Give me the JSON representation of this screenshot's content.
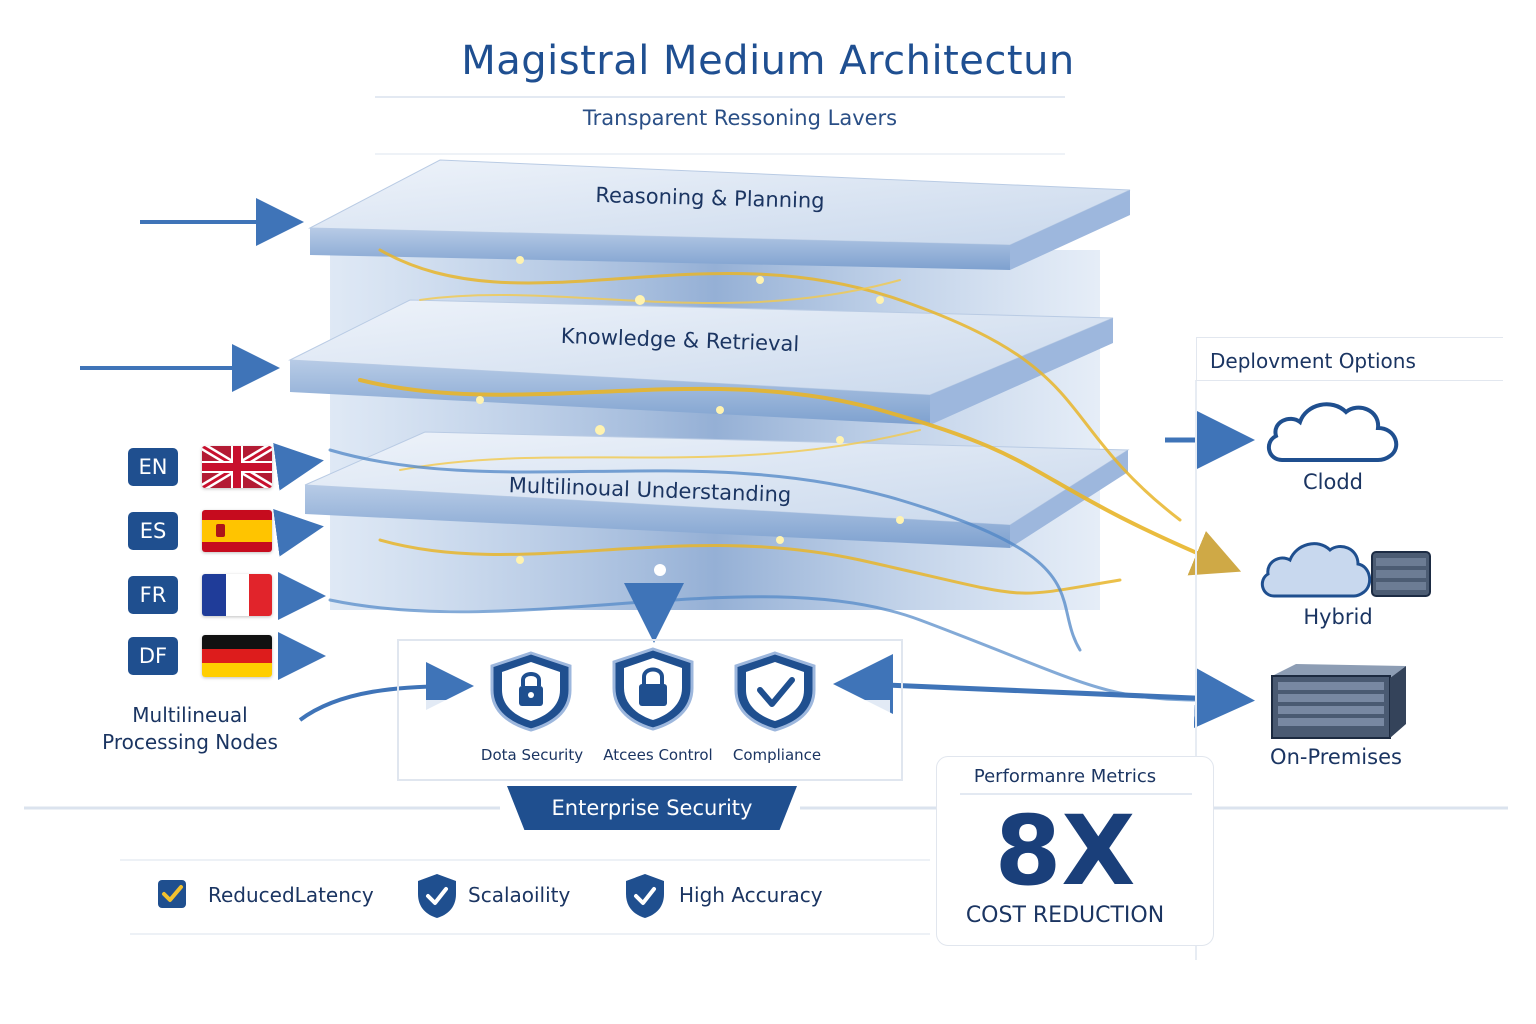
{
  "header": {
    "title": "Magistral Medium Architectun",
    "subtitle": "Transparent Ressoning Lavers"
  },
  "layers": [
    {
      "label": "Reasoning & Planning"
    },
    {
      "label": "Knowledge & Retrieval"
    },
    {
      "label": "Multilinoual Understanding"
    }
  ],
  "languages": [
    {
      "code": "EN",
      "flag": "uk-flag"
    },
    {
      "code": "ES",
      "flag": "spain-flag"
    },
    {
      "code": "FR",
      "flag": "france-flag"
    },
    {
      "code": "DF",
      "flag": "germany-flag"
    }
  ],
  "processing_nodes": {
    "line1": "Multilineual",
    "line2": "Processing Nodes"
  },
  "security": {
    "items": [
      {
        "label": "Dota Security",
        "icon": "lock-shield-icon"
      },
      {
        "label": "Atcees Control",
        "icon": "padlock-shield-icon"
      },
      {
        "label": "Compliance",
        "icon": "check-shield-icon"
      }
    ],
    "banner": "Enterprise Security"
  },
  "deployment": {
    "title": "Deplovment Options",
    "options": [
      {
        "label": "Clodd",
        "icon": "cloud-icon"
      },
      {
        "label": "Hybrid",
        "icon": "cloud-server-icon"
      },
      {
        "label": "On-Premises",
        "icon": "server-rack-icon"
      }
    ]
  },
  "performance": {
    "title": "Performanre Metrics",
    "value": "8X",
    "caption": "COST REDUCTION"
  },
  "features": [
    {
      "label": "ReducedLatency",
      "icon": "checkbox-icon"
    },
    {
      "label": "Scalaoility",
      "icon": "shield-check-icon"
    },
    {
      "label": "High Accuracy",
      "icon": "shield-check-icon"
    }
  ],
  "colors": {
    "primary": "#1f4f8f",
    "accent_gold": "#e8b52a",
    "flow_blue": "#4f86c6",
    "layer_blue": "#c9d8ec"
  }
}
